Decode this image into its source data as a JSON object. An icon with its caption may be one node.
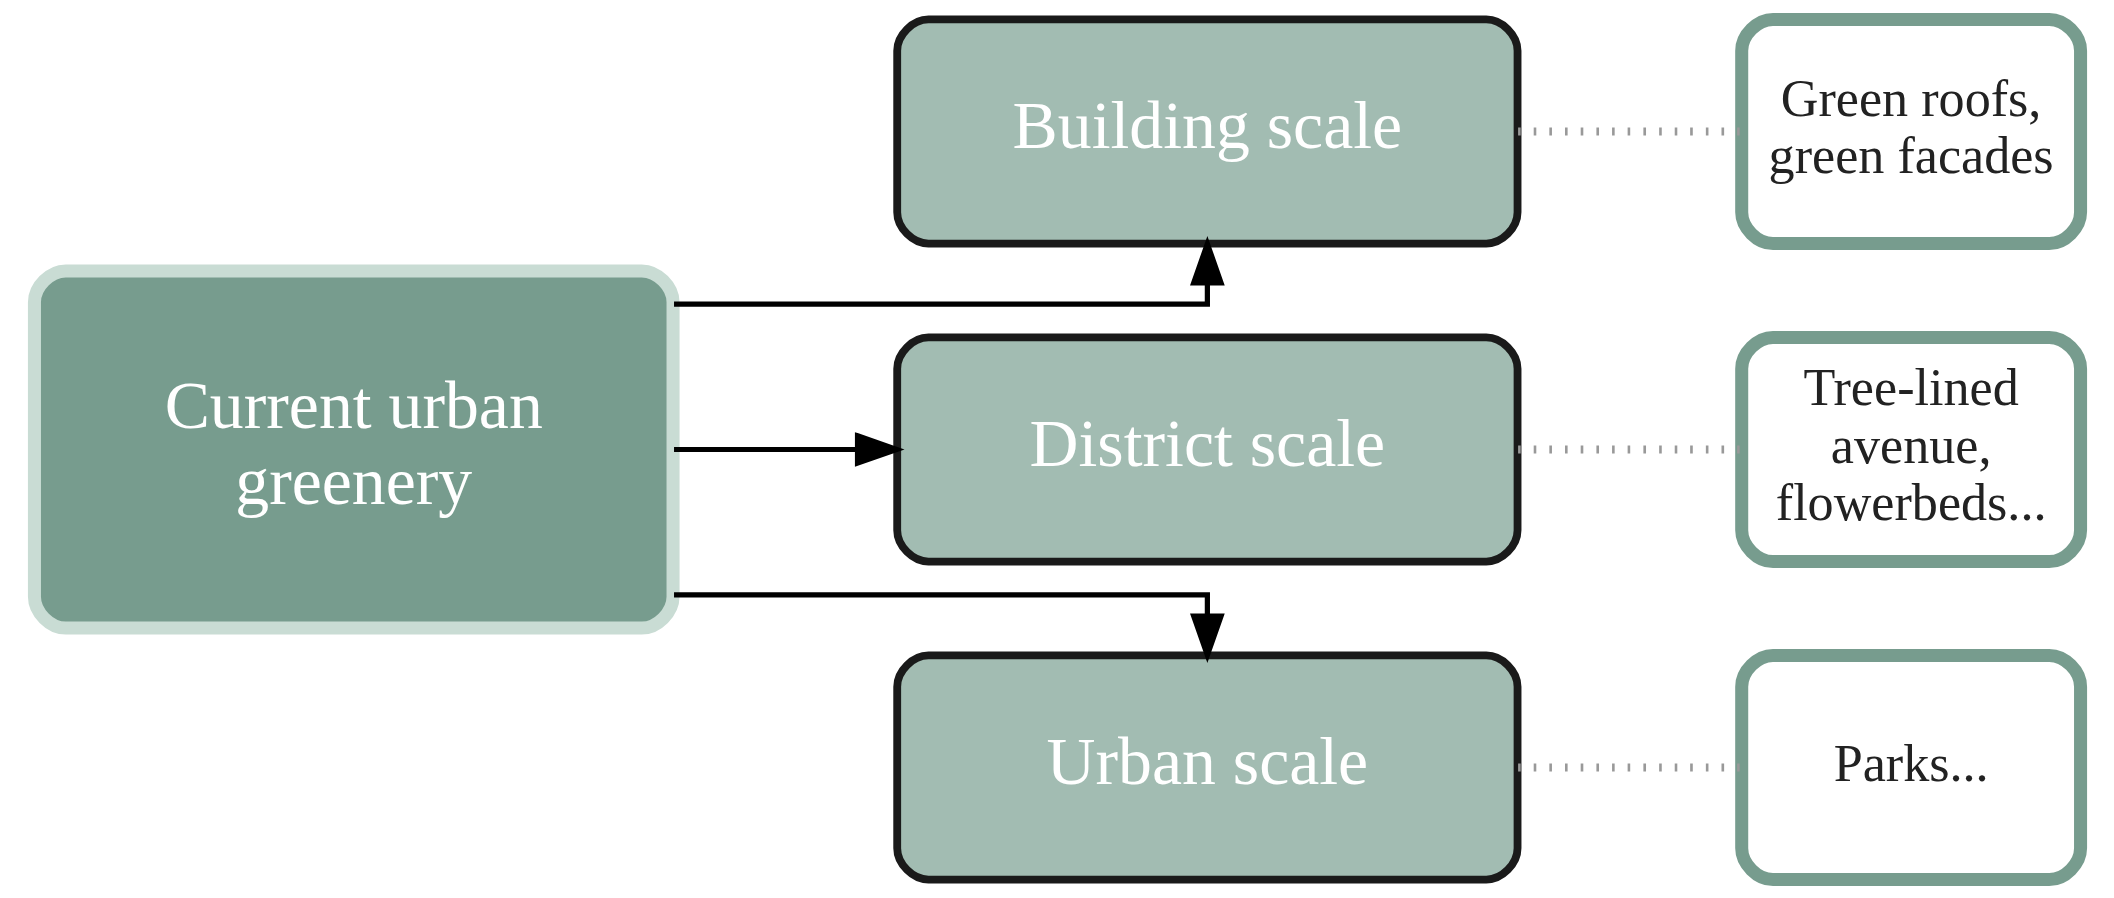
{
  "diagram": {
    "nodes": [
      {
        "text": [
          "Current urban greenery"
        ]
      },
      {
        "text": [
          "Building scale"
        ]
      },
      {
        "text": [
          "District scale"
        ]
      },
      {
        "text": [
          "Urban scale"
        ]
      },
      {
        "text": [
          "Green roofs, green facades"
        ]
      },
      {
        "text": [
          "Tree-lined avenue, flowerbeds..."
        ]
      },
      {
        "text": [
          "Parks..."
        ]
      }
    ],
    "edges": [
      {
        "from": 0,
        "to": 1,
        "arrow": "to"
      },
      {
        "from": 0,
        "to": 2,
        "arrow": "to"
      },
      {
        "from": 0,
        "to": 3,
        "arrow": "to"
      },
      {
        "from": 1,
        "to": 4,
        "arrow": "none",
        "style": "dashed",
        "color": "#999999"
      },
      {
        "from": 2,
        "to": 5,
        "arrow": "none",
        "style": "dashed",
        "color": "#999999"
      },
      {
        "from": 3,
        "to": 6,
        "arrow": "none",
        "style": "dashed",
        "color": "#999999"
      }
    ]
  }
}
